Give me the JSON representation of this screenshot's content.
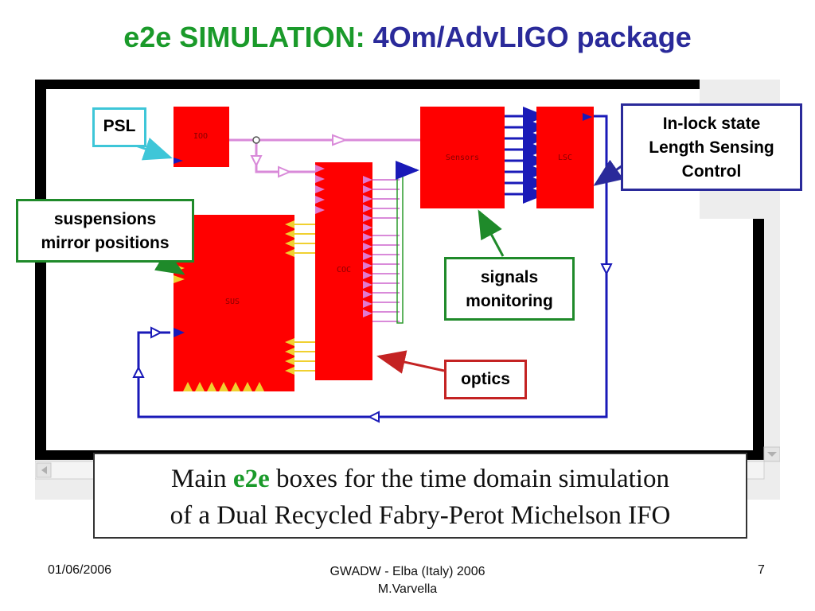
{
  "title": {
    "part1": "e2e SIMULATION:",
    "part2": "4Om/AdvLIGO package"
  },
  "diagram": {
    "blocks": {
      "ioo": "IOO",
      "coc": "COC",
      "sus": "SUS",
      "sensors": "Sensors",
      "lsc": "LSC"
    }
  },
  "callouts": {
    "psl": "PSL",
    "suspensions": [
      "suspensions",
      "mirror positions"
    ],
    "in_lock": [
      "In-lock state",
      "Length Sensing",
      "Control"
    ],
    "signals": [
      "signals",
      "monitoring"
    ],
    "optics": "optics"
  },
  "caption": {
    "before": "Main ",
    "highlight": "e2e",
    "after": " boxes for the time domain simulation",
    "line2": "of a Dual Recycled Fabry-Perot Michelson IFO"
  },
  "footer": {
    "date": "01/06/2006",
    "center_line1": "GWADW - Elba (Italy) 2006",
    "center_line2": "M.Varvella",
    "page": "7"
  },
  "colors": {
    "block_red": "#ff0000",
    "wire_blue": "#1a1ab8",
    "wire_pink": "#d98ad9",
    "port_yellow": "#f0d030",
    "callout_green": "#1f8a2a",
    "callout_cyan": "#3ec6d8",
    "callout_red": "#c42323",
    "callout_navy": "#2a2a9a"
  }
}
